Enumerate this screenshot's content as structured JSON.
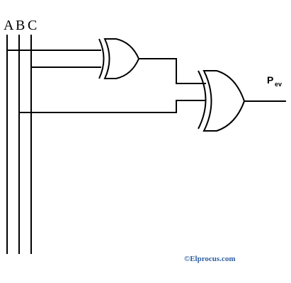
{
  "diagram": {
    "inputs": [
      {
        "label": "A"
      },
      {
        "label": "B"
      },
      {
        "label": "C"
      }
    ],
    "gates": [
      {
        "type": "XOR"
      },
      {
        "type": "XOR"
      }
    ],
    "output": {
      "main": "P",
      "subscript": "ev"
    },
    "watermark": "©Elprocus.com",
    "colors": {
      "line": "#000000",
      "watermark": "#2e5fa0",
      "background": "#ffffff"
    }
  }
}
